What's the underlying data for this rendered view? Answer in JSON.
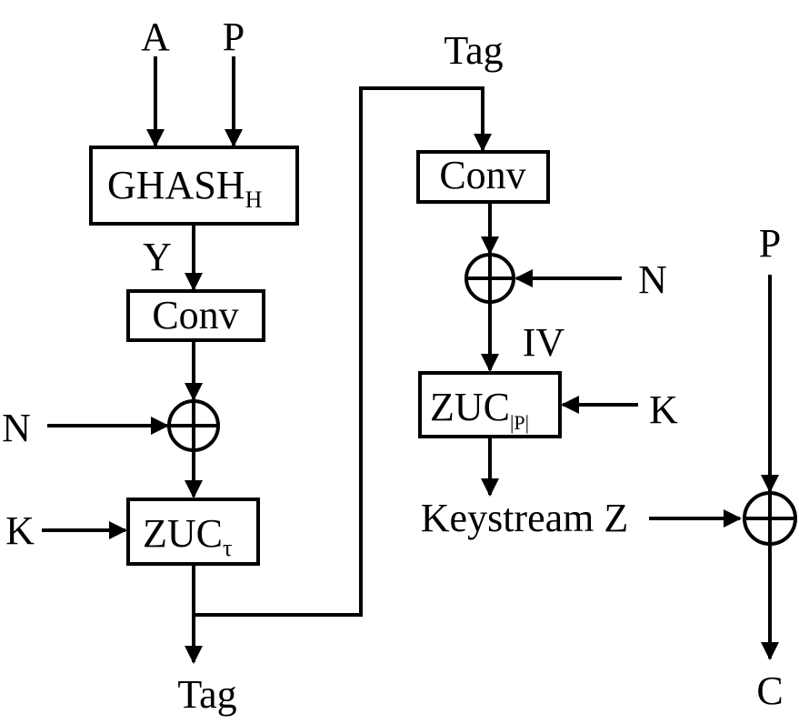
{
  "inputs": {
    "a": "A",
    "p": "P",
    "n_left": "N",
    "k_left": "K",
    "tag_top": "Tag",
    "n_right": "N",
    "k_right": "K",
    "p_right": "P"
  },
  "blocks": {
    "ghash_main": "GHASH",
    "ghash_sub": "H",
    "conv_left": "Conv",
    "zuc_tau_main": "ZUC",
    "zuc_tau_sub": "τ",
    "conv_right": "Conv",
    "zuc_p_main": "ZUC",
    "zuc_p_sub": "|P|"
  },
  "signals": {
    "y": "Y",
    "iv": "IV",
    "keystream": "Keystream Z"
  },
  "outputs": {
    "tag_bottom": "Tag",
    "c": "C"
  }
}
